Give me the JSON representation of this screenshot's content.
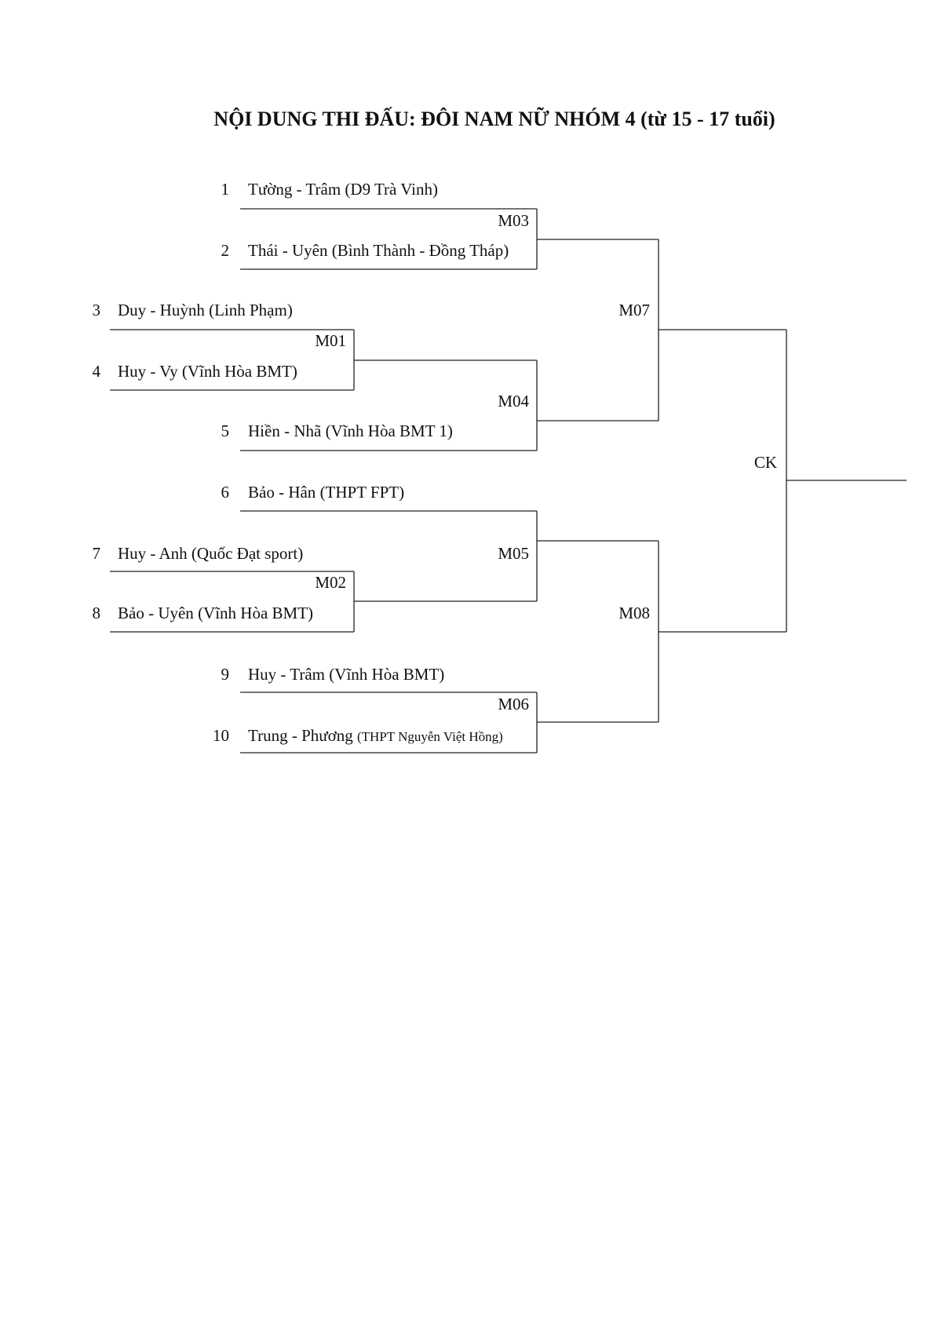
{
  "title": "NỘI DUNG THI ĐẤU: ĐÔI NAM NỮ NHÓM 4 (từ 15 - 17 tuổi)",
  "entries": [
    {
      "seed": "1",
      "name": "Tường - Trâm",
      "club": "(D9 Trà Vinh)"
    },
    {
      "seed": "2",
      "name": "Thái - Uyên",
      "club": "(Bình Thành - Đồng Tháp)"
    },
    {
      "seed": "3",
      "name": "Duy - Huỳnh",
      "club": "(Linh Phạm)"
    },
    {
      "seed": "4",
      "name": "Huy - Vy",
      "club": "(Vĩnh Hòa BMT)"
    },
    {
      "seed": "5",
      "name": "Hiền - Nhã",
      "club": "(Vĩnh Hòa BMT 1)"
    },
    {
      "seed": "6",
      "name": "Bảo - Hân",
      "club": "(THPT FPT)"
    },
    {
      "seed": "7",
      "name": "Huy - Anh",
      "club": "(Quốc Đạt sport)"
    },
    {
      "seed": "8",
      "name": "Bảo - Uyên",
      "club": "(Vĩnh Hòa BMT)"
    },
    {
      "seed": "9",
      "name": "Huy - Trâm",
      "club": "(Vĩnh Hòa BMT)"
    },
    {
      "seed": "10",
      "name": "Trung - Phương",
      "club": "(THPT Nguyễn Việt Hồng)"
    }
  ],
  "matches": {
    "m01": "M01",
    "m02": "M02",
    "m03": "M03",
    "m04": "M04",
    "m05": "M05",
    "m06": "M06",
    "m07": "M07",
    "m08": "M08",
    "final": "CK"
  }
}
